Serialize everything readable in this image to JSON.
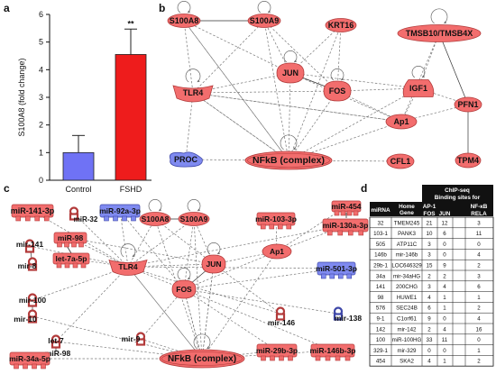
{
  "panels": {
    "a": {
      "letter": "a"
    },
    "b": {
      "letter": "b"
    },
    "c": {
      "letter": "c"
    },
    "d": {
      "letter": "d"
    }
  },
  "colors": {
    "control_bar": "#6f72f5",
    "fshd_bar": "#ee1c1c",
    "node_red": "#f26d6d",
    "node_red_stroke": "#b23a3a",
    "node_blue": "#7f8af0",
    "node_blue_stroke": "#3e47a8",
    "table_header": "#111111"
  },
  "chart_data": {
    "type": "bar",
    "categories": [
      "Control",
      "FSHD"
    ],
    "values": [
      1.0,
      4.55
    ],
    "errors": [
      0.62,
      0.92
    ],
    "ylabel": "S100A8 (fold change)",
    "ylim": [
      0,
      6
    ],
    "yticks": [
      "0",
      "1",
      "2",
      "3",
      "4",
      "5",
      "6"
    ],
    "annotation": "**"
  },
  "network_b": {
    "nodes": [
      {
        "id": "S100A8",
        "label": "S100A8",
        "shape": "red"
      },
      {
        "id": "S100A9",
        "label": "S100A9",
        "shape": "red"
      },
      {
        "id": "KRT16",
        "label": "KRT16",
        "shape": "red"
      },
      {
        "id": "TMSB10",
        "label": "TMSB10/TMSB4X",
        "shape": "red"
      },
      {
        "id": "JUN",
        "label": "JUN",
        "shape": "red"
      },
      {
        "id": "IGF1",
        "label": "IGF1",
        "shape": "red"
      },
      {
        "id": "TLR4",
        "label": "TLR4",
        "shape": "red"
      },
      {
        "id": "FOS",
        "label": "FOS",
        "shape": "red"
      },
      {
        "id": "PFN1",
        "label": "PFN1",
        "shape": "red"
      },
      {
        "id": "Ap1",
        "label": "Ap1",
        "shape": "red"
      },
      {
        "id": "PROC",
        "label": "PROC",
        "shape": "blue"
      },
      {
        "id": "NFkB",
        "label": "NFkB (complex)",
        "shape": "red"
      },
      {
        "id": "CFL1",
        "label": "CFL1",
        "shape": "red"
      },
      {
        "id": "TPM4",
        "label": "TPM4",
        "shape": "red"
      }
    ]
  },
  "network_c": {
    "nodes": [
      {
        "id": "miR-141-3p",
        "label": "miR-141-3p",
        "shape": "red"
      },
      {
        "id": "miR-32",
        "label": "miR-32",
        "shape": "red"
      },
      {
        "id": "miR-92a-3p",
        "label": "miR-92a-3p",
        "shape": "blue"
      },
      {
        "id": "S100A8",
        "label": "S100A8",
        "shape": "red"
      },
      {
        "id": "S100A9",
        "label": "S100A9",
        "shape": "red"
      },
      {
        "id": "miR-103-3p",
        "label": "miR-103-3p",
        "shape": "red"
      },
      {
        "id": "miR-454",
        "label": "miR-454",
        "shape": "red"
      },
      {
        "id": "miR-130a-3p",
        "label": "miR-130a-3p",
        "shape": "red"
      },
      {
        "id": "mir-141",
        "label": "mir-141",
        "shape": "red"
      },
      {
        "id": "miR-98",
        "label": "miR-98",
        "shape": "red"
      },
      {
        "id": "let-7a-5p",
        "label": "let-7a-5p",
        "shape": "red"
      },
      {
        "id": "mir-8",
        "label": "mir-8",
        "shape": "red"
      },
      {
        "id": "TLR4",
        "label": "TLR4",
        "shape": "red"
      },
      {
        "id": "JUN",
        "label": "JUN",
        "shape": "red"
      },
      {
        "id": "Ap1",
        "label": "Ap1",
        "shape": "red"
      },
      {
        "id": "miR-501-3p",
        "label": "miR-501-3p",
        "shape": "blue"
      },
      {
        "id": "FOS",
        "label": "FOS",
        "shape": "red"
      },
      {
        "id": "mir-100",
        "label": "mir-100",
        "shape": "red"
      },
      {
        "id": "mir-10",
        "label": "mir-10",
        "shape": "red"
      },
      {
        "id": "mir-146",
        "label": "mir-146",
        "shape": "red"
      },
      {
        "id": "mir-138",
        "label": "mir-138",
        "shape": "blue"
      },
      {
        "id": "let-7",
        "label": "let-7",
        "shape": "red"
      },
      {
        "id": "miR-98b",
        "label": "miR-98",
        "shape": "red"
      },
      {
        "id": "mir-9",
        "label": "mir-9",
        "shape": "red"
      },
      {
        "id": "miR-34a-5p",
        "label": "miR-34a-5p",
        "shape": "red"
      },
      {
        "id": "NFkB",
        "label": "NFkB (complex)",
        "shape": "red"
      },
      {
        "id": "miR-29b-3p",
        "label": "miR-29b-3p",
        "shape": "red"
      },
      {
        "id": "miR-146b-3p",
        "label": "miR-146b-3p",
        "shape": "red"
      }
    ]
  },
  "table_d": {
    "title_line1": "ChIP-seq",
    "title_line2": "Binding sites for",
    "col_mirna": "miRNA",
    "col_host_line1": "Home",
    "col_host_line2": "Gene",
    "group_ap1": "AP-1",
    "group_nfkb": "NF-κB",
    "sub_fos": "FOS",
    "sub_jun": "JUN",
    "sub_rela": "RELA",
    "rows": [
      [
        "32",
        "TMEM245",
        "21",
        "12",
        "3"
      ],
      [
        "103-1",
        "PANK3",
        "10",
        "6",
        "11"
      ],
      [
        "505",
        "ATP11C",
        "3",
        "0",
        "0"
      ],
      [
        "146b",
        "mir-146b",
        "3",
        "0",
        "4"
      ],
      [
        "29b-1",
        "LOC646329",
        "15",
        "9",
        "2"
      ],
      [
        "34a",
        "mir-34aHG",
        "2",
        "2",
        "3"
      ],
      [
        "141",
        "200CHG",
        "3",
        "4",
        "6"
      ],
      [
        "98",
        "HUWE1",
        "4",
        "1",
        "1"
      ],
      [
        "576",
        "SEC24B",
        "6",
        "1",
        "2"
      ],
      [
        "9-1",
        "C1orf61",
        "9",
        "0",
        "4"
      ],
      [
        "142",
        "mir-142",
        "2",
        "4",
        "16"
      ],
      [
        "100",
        "miR-100HG",
        "33",
        "11",
        "0"
      ],
      [
        "329-1",
        "mir-329",
        "0",
        "0",
        "1"
      ],
      [
        "454",
        "SKA2",
        "4",
        "1",
        "2"
      ]
    ]
  }
}
